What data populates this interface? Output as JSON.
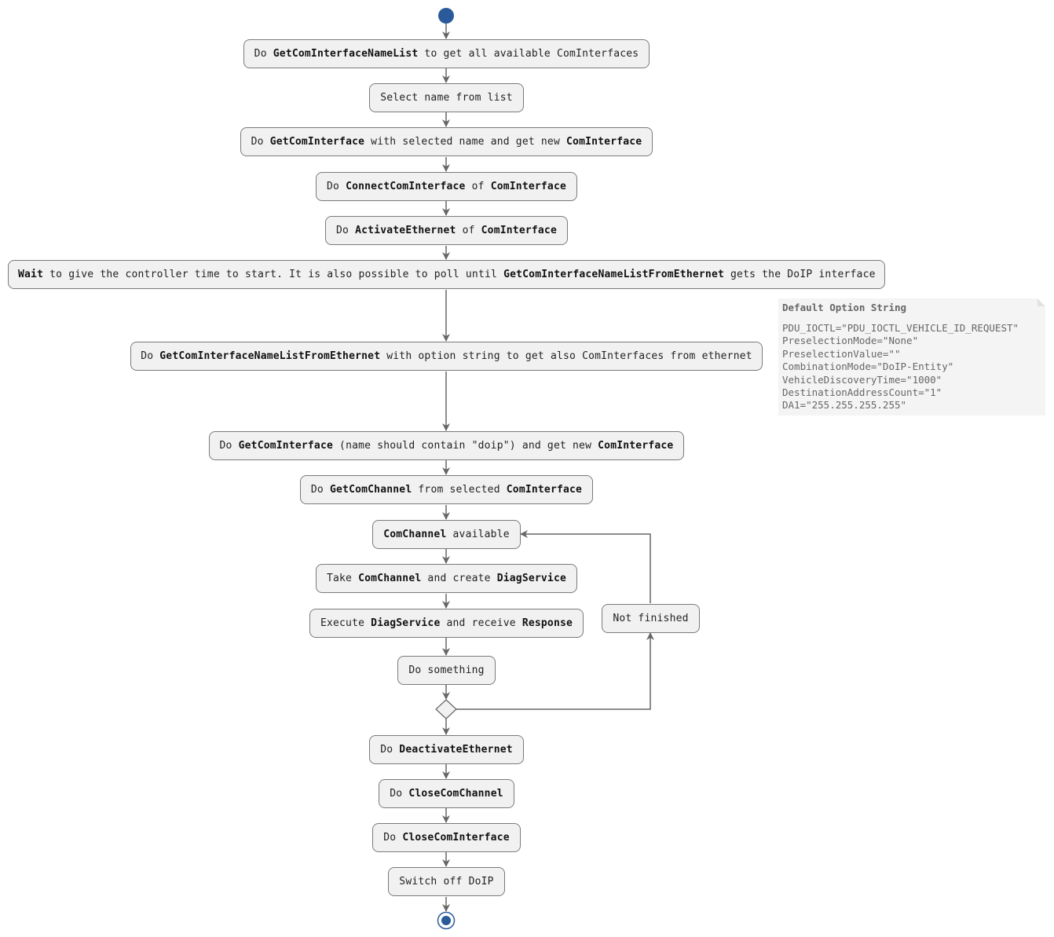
{
  "steps": [
    [
      [
        "",
        "Do "
      ],
      [
        "b",
        "GetComInterfaceNameList"
      ],
      [
        "",
        " to get all available ComInterfaces"
      ]
    ],
    [
      [
        "",
        "Select name from list"
      ]
    ],
    [
      [
        "",
        "Do "
      ],
      [
        "b",
        "GetComInterface"
      ],
      [
        "",
        " with selected name and get new "
      ],
      [
        "b",
        "ComInterface"
      ]
    ],
    [
      [
        "",
        "Do "
      ],
      [
        "b",
        "ConnectComInterface"
      ],
      [
        "",
        " of "
      ],
      [
        "b",
        "ComInterface"
      ]
    ],
    [
      [
        "",
        "Do "
      ],
      [
        "b",
        "ActivateEthernet"
      ],
      [
        "",
        " of "
      ],
      [
        "b",
        "ComInterface"
      ]
    ],
    [
      [
        "b",
        "Wait"
      ],
      [
        "",
        " to give the controller time to start. It is also possible to poll until "
      ],
      [
        "b",
        "GetComInterfaceNameListFromEthernet"
      ],
      [
        "",
        " gets the DoIP interface"
      ]
    ],
    [
      [
        "",
        "Do "
      ],
      [
        "b",
        "GetComInterfaceNameListFromEthernet"
      ],
      [
        "",
        " with option string to get also ComInterfaces from ethernet"
      ]
    ],
    [
      [
        "",
        "Do "
      ],
      [
        "b",
        "GetComInterface"
      ],
      [
        "",
        " (name should contain \"doip\") and get new "
      ],
      [
        "b",
        "ComInterface"
      ]
    ],
    [
      [
        "",
        "Do "
      ],
      [
        "b",
        "GetComChannel"
      ],
      [
        "",
        " from selected "
      ],
      [
        "b",
        "ComInterface"
      ]
    ],
    [
      [
        "b",
        "ComChannel"
      ],
      [
        "",
        " available"
      ]
    ],
    [
      [
        "",
        "Take "
      ],
      [
        "b",
        "ComChannel"
      ],
      [
        "",
        " and create "
      ],
      [
        "b",
        "DiagService"
      ]
    ],
    [
      [
        "",
        "Execute "
      ],
      [
        "b",
        "DiagService"
      ],
      [
        "",
        " and receive "
      ],
      [
        "b",
        "Response"
      ]
    ],
    [
      [
        "",
        "Do something"
      ]
    ],
    [
      [
        "",
        "Do "
      ],
      [
        "b",
        "DeactivateEthernet"
      ]
    ],
    [
      [
        "",
        "Do "
      ],
      [
        "b",
        "CloseComChannel"
      ]
    ],
    [
      [
        "",
        "Do "
      ],
      [
        "b",
        "CloseComInterface"
      ]
    ],
    [
      [
        "",
        "Switch off DoIP"
      ]
    ]
  ],
  "loop_label": "Not finished",
  "note": {
    "title": "Default Option String",
    "lines": [
      "PDU_IOCTL=\"PDU_IOCTL_VEHICLE_ID_REQUEST\"",
      "PreselectionMode=\"None\"",
      "PreselectionValue=\"\"",
      "CombinationMode=\"DoIP-Entity\"",
      "VehicleDiscoveryTime=\"1000\"",
      "DestinationAddressCount=\"1\"",
      "DA1=\"255.255.255.255\""
    ]
  },
  "colors": {
    "start_node": "#2a5a9a",
    "node_fill": "#f1f1f1",
    "edge": "#666666",
    "note_fill": "#f4f4f4"
  }
}
